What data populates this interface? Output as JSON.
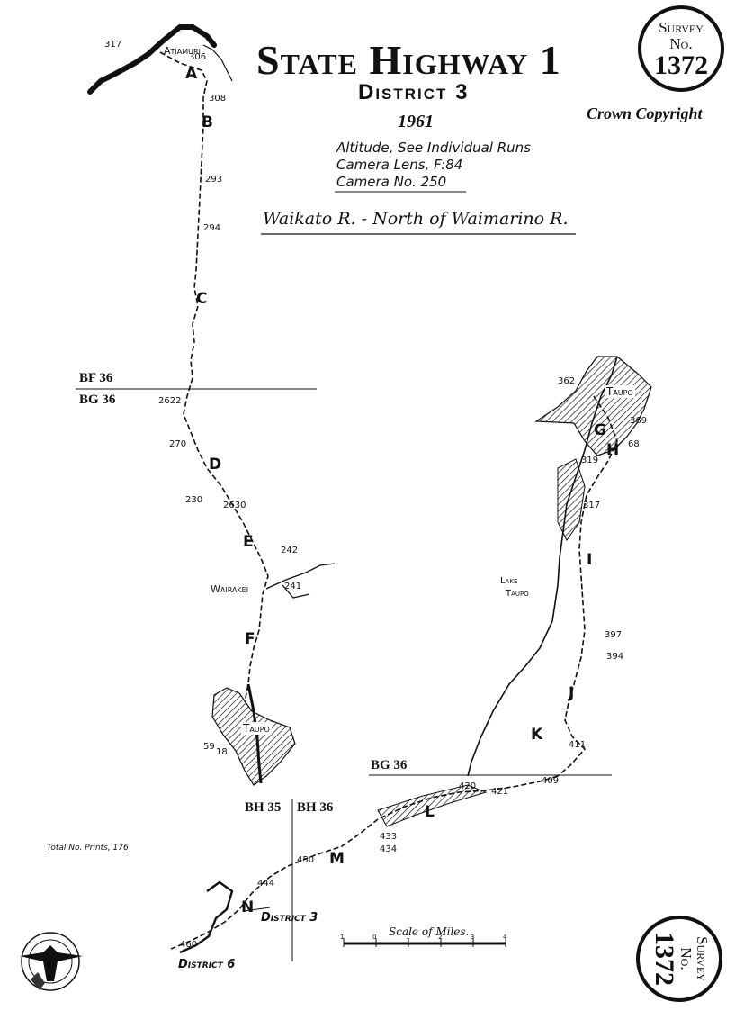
{
  "header": {
    "title": "State Highway 1",
    "district": "District 3",
    "year": "1961",
    "info_lines": [
      "Altitude, See Individual Runs",
      "Camera Lens, F:84",
      "Camera No. 250"
    ],
    "run_title": "Waikato R. - North of Waimarino R.",
    "copyright": "Crown Copyright"
  },
  "badge": {
    "line1": "Survey",
    "line2": "No.",
    "number": "1372"
  },
  "grid_labels": {
    "bf36": "BF 36",
    "bg36_left": "BG 36",
    "bg36_right": "BG 36",
    "bh35": "BH 35",
    "bh36": "BH 36"
  },
  "places": {
    "atiamuri": "Atiamuri",
    "wairakei": "Wairakei",
    "taupo_left": "Taupo",
    "taupo_right": "Taupo",
    "lake_taupo_1": "Lake",
    "lake_taupo_2": "Taupo"
  },
  "runs": [
    "A",
    "B",
    "C",
    "D",
    "E",
    "F",
    "G",
    "H",
    "I",
    "J",
    "K",
    "L",
    "M",
    "N"
  ],
  "print_numbers": {
    "n317": "317",
    "n306": "306",
    "n308": "308",
    "n293": "293",
    "n294": "294",
    "n2622": "2622",
    "n270": "270",
    "n230": "230",
    "n2630": "2630",
    "n242": "242",
    "n241": "241",
    "n59": "59",
    "n18": "18",
    "n362": "362",
    "n369": "369",
    "n68": "68",
    "n319": "319",
    "n317b": "317",
    "n397": "397",
    "n394": "394",
    "n411": "411",
    "n409": "409",
    "n420": "420",
    "n421": "421",
    "n433": "433",
    "n434": "434",
    "n450": "450",
    "n444": "444",
    "n460": "460"
  },
  "totals": "Total No. Prints, 176",
  "districts": {
    "d3": "District 3",
    "d6": "District 6"
  },
  "scale": {
    "title": "Scale of Miles.",
    "ticks": [
      "1",
      "0",
      "1",
      "2",
      "3",
      "4"
    ]
  },
  "colors": {
    "ink": "#111111",
    "paper": "#ffffff"
  }
}
